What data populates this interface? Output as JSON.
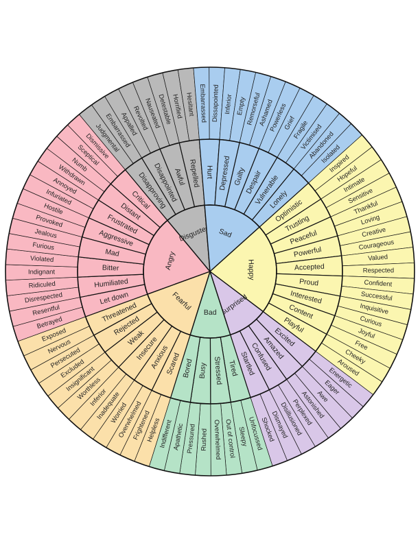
{
  "colors": {
    "Angry": "#f9b8c2",
    "Disgusted": "#b9b9b9",
    "Sad": "#a9cdef",
    "Happy": "#fbf6b0",
    "Surprised": "#d9c7e8",
    "Bad": "#b5e3c7",
    "Fearful": "#fbe0aa",
    "line": "#111111"
  },
  "wheel": [
    {
      "label": "Angry",
      "children": [
        {
          "label": "Let down",
          "children": [
            "Betrayed",
            "Resentful"
          ]
        },
        {
          "label": "Humiliated",
          "children": [
            "Disrespected",
            "Ridiculed"
          ]
        },
        {
          "label": "Bitter",
          "children": [
            "Indignant",
            "Violated"
          ]
        },
        {
          "label": "Mad",
          "children": [
            "Furious",
            "Jealous"
          ]
        },
        {
          "label": "Aggressive",
          "children": [
            "Provoked",
            "Hostile"
          ]
        },
        {
          "label": "Frustrated",
          "children": [
            "Infuriated",
            "Annoyed"
          ]
        },
        {
          "label": "Distant",
          "children": [
            "Withdrawn",
            "Numb"
          ]
        },
        {
          "label": "Critical",
          "children": [
            "Sceptical",
            "Dismissive"
          ]
        }
      ]
    },
    {
      "label": "Disgusted",
      "children": [
        {
          "label": "Disapproving",
          "children": [
            "Judgmental",
            "Embarrassed"
          ]
        },
        {
          "label": "Disappointed",
          "children": [
            "Appalled",
            "Revolted"
          ]
        },
        {
          "label": "Awful",
          "children": [
            "Nauseated",
            "Detestable"
          ]
        },
        {
          "label": "Repelled",
          "children": [
            "Horrified",
            "Hesitant"
          ]
        }
      ]
    },
    {
      "label": "Sad",
      "children": [
        {
          "label": "Hurt",
          "children": [
            "Embarrassed",
            "Dissapointed"
          ]
        },
        {
          "label": "Depressed",
          "children": [
            "Inferior",
            "Empty"
          ]
        },
        {
          "label": "Guilty",
          "children": [
            "Remorseful",
            "Ashamed"
          ]
        },
        {
          "label": "Despair",
          "children": [
            "Powerless",
            "Grief"
          ]
        },
        {
          "label": "Vulnerable",
          "children": [
            "Fragile",
            "Victimised"
          ]
        },
        {
          "label": "Lonely",
          "children": [
            "Abandoned",
            "Isolated"
          ]
        }
      ]
    },
    {
      "label": "Happy",
      "children": [
        {
          "label": "Optimistic",
          "children": [
            "Inspired",
            "Hopeful"
          ]
        },
        {
          "label": "Trusting",
          "children": [
            "Intimate",
            "Sensitive"
          ]
        },
        {
          "label": "Peaceful",
          "children": [
            "Thankful",
            "Loving"
          ]
        },
        {
          "label": "Powerful",
          "children": [
            "Creative",
            "Courageous"
          ]
        },
        {
          "label": "Accepted",
          "children": [
            "Valued",
            "Respected"
          ]
        },
        {
          "label": "Proud",
          "children": [
            "Confident",
            "Successful"
          ]
        },
        {
          "label": "Interested",
          "children": [
            "Inquisitive",
            "Curious"
          ]
        },
        {
          "label": "Content",
          "children": [
            "Joyful",
            "Free"
          ]
        },
        {
          "label": "Playful",
          "children": [
            "Cheeky",
            "Aroused"
          ]
        }
      ]
    },
    {
      "label": "Surprised",
      "children": [
        {
          "label": "Excited",
          "children": [
            "Energetic",
            "Eager"
          ]
        },
        {
          "label": "Amazed",
          "children": [
            "Awe",
            "Astonished"
          ]
        },
        {
          "label": "Confused",
          "children": [
            "Perplexed",
            "Disillusioned"
          ]
        },
        {
          "label": "Startled",
          "children": [
            "Dismayed",
            "Shocked"
          ]
        }
      ]
    },
    {
      "label": "Bad",
      "children": [
        {
          "label": "Tired",
          "children": [
            "Unfocussed",
            "Sleepy"
          ]
        },
        {
          "label": "Stressed",
          "children": [
            "Out of control",
            "Overwhelmed"
          ]
        },
        {
          "label": "Busy",
          "children": [
            "Rushed",
            "Pressured"
          ]
        },
        {
          "label": "Bored",
          "children": [
            "Apathetic",
            "Indifferent"
          ]
        }
      ]
    },
    {
      "label": "Fearful",
      "children": [
        {
          "label": "Scared",
          "children": [
            "Helpless",
            "Frightened"
          ]
        },
        {
          "label": "Anxious",
          "children": [
            "Overwhelmed",
            "Worried"
          ]
        },
        {
          "label": "Insecure",
          "children": [
            "Inadequate",
            "Inferior"
          ]
        },
        {
          "label": "Weak",
          "children": [
            "Worthless",
            "Insignificant"
          ]
        },
        {
          "label": "Rejected",
          "children": [
            "Excluded",
            "Persecuted"
          ]
        },
        {
          "label": "Threatened",
          "children": [
            "Nervous",
            "Exposed"
          ]
        }
      ]
    }
  ]
}
